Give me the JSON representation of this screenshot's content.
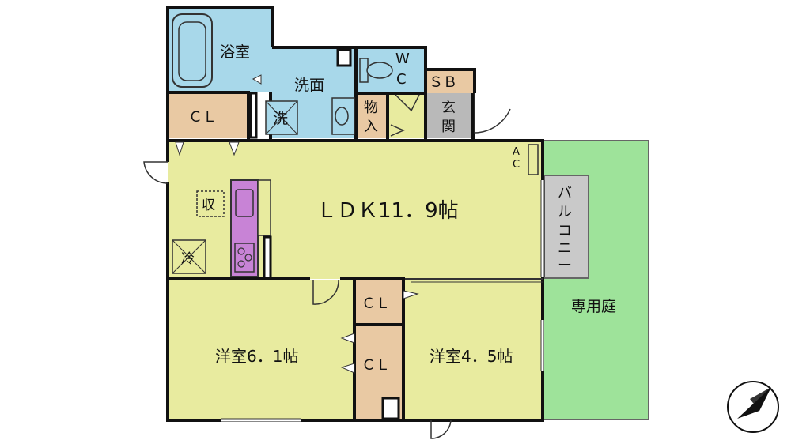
{
  "rooms": {
    "bath": "浴室",
    "washroom": "洗面",
    "washer": "洗",
    "wc_w": "W",
    "wc_c": "C",
    "sb": "ＳＢ",
    "storage_1": "物",
    "storage_2": "入",
    "entrance_1": "玄",
    "entrance_2": "関",
    "cl_top": "ＣＬ",
    "ac_a": "A",
    "ac_c": "C",
    "ldk": "ＬＤＫ11．9帖",
    "shu": "収",
    "fridge": "冷",
    "balcony": [
      "バ",
      "ル",
      "コ",
      "ニ",
      "ー"
    ],
    "garden": "専用庭",
    "cl_mid": "ＣＬ",
    "cl_low": "ＣＬ",
    "western_1": "洋室6．1帖",
    "western_2": "洋室4．5帖"
  },
  "colors": {
    "wet_area": "#a8d8ea",
    "living": "#e8eb9f",
    "storage": "#e9c9a3",
    "garden": "#9ee39a",
    "entrance": "#b9b9b9",
    "kitchen": "#c883d6",
    "wall": "#111111"
  },
  "icons": [
    "bathtub-icon",
    "toilet-icon",
    "sink-icon",
    "stove-icon",
    "compass-icon"
  ]
}
